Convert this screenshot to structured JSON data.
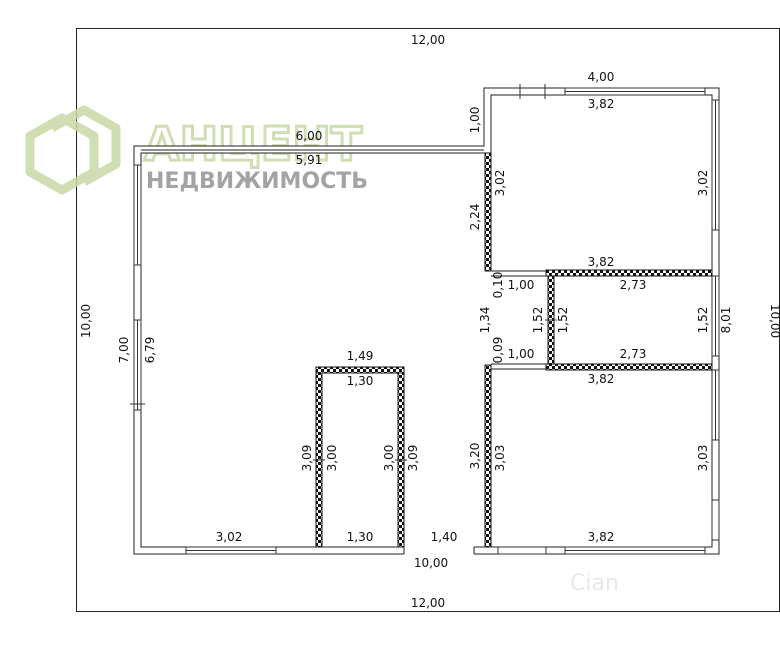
{
  "brand": {
    "name": "АНЦЕНТ",
    "subtitle": "НЕДВИЖИМОСТЬ",
    "accent": "#c9d9a6"
  },
  "watermark": "Cian",
  "dimensions": {
    "outer_top": "12,00",
    "outer_bottom": "12,00",
    "outer_left": "10,00",
    "outer_right": "10,00",
    "top_left_outer": "6,00",
    "top_left_inner": "5,91",
    "tr_room_outer": "4,00",
    "tr_room_inner_top": "3,82",
    "offset_1_00": "1,00",
    "tr_room_left": "3,02",
    "tr_room_right": "3,02",
    "dim_2_24": "2,24",
    "tr_room_bottom": "3,82",
    "dim_0_10": "0,10",
    "corridor_top": "1,00",
    "mid_room_top": "2,73",
    "dim_1_34": "1,34",
    "corridor_vert_a": "1,52",
    "corridor_vert_b": "1,52",
    "mid_room_right": "1,52",
    "right_total": "8,01",
    "dim_0_09": "0,09",
    "corridor_bottom": "1,00",
    "mid_room_bottom": "2,73",
    "br_room_top": "3,82",
    "left_outer": "7,00",
    "left_inner": "6,79",
    "sm_room_outer_top": "1,49",
    "sm_room_inner_top": "1,30",
    "sm_room_left_outer": "3,09",
    "sm_room_left_inner": "3,00",
    "sm_room_right_inner": "3,00",
    "sm_room_right_outer": "3,09",
    "dim_3_20": "3,20",
    "br_room_left": "3,03",
    "br_room_right": "3,03",
    "bottom_left": "3,02",
    "sm_room_bottom": "1,30",
    "bottom_opening": "1,40",
    "br_room_bottom": "3,82",
    "bottom_total": "10,00"
  }
}
